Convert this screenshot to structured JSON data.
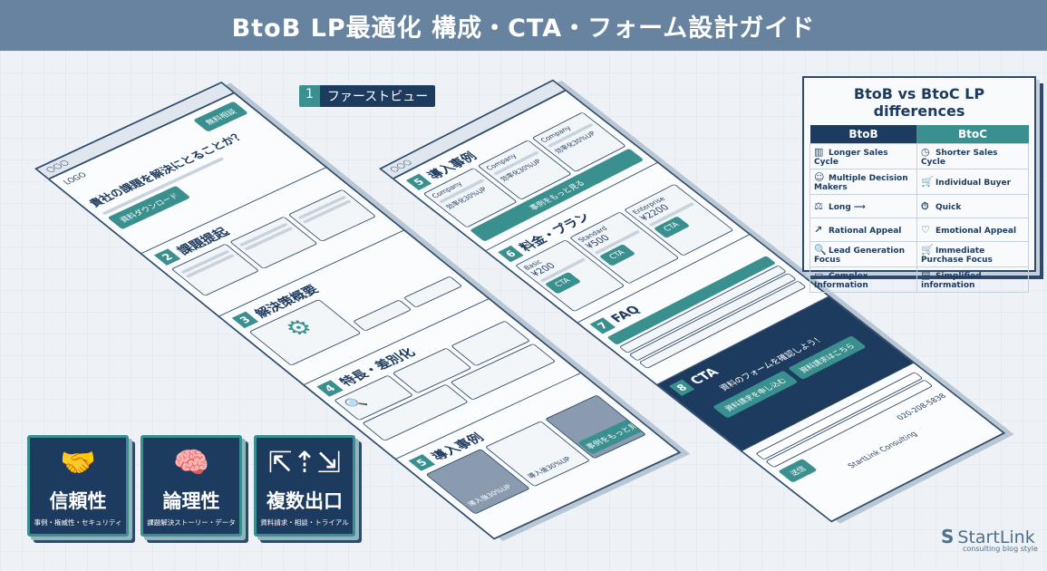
{
  "title": "BtoB LP最適化 構成・CTA・フォーム設計ガイド",
  "callout": {
    "number": "1",
    "label": "ファーストビュー"
  },
  "left_page": {
    "logo": "LOGO",
    "hero_headline": "貴社の課題を解決にとることか？",
    "hero_button": "資料ダウンロード",
    "nav_button": "無料相談",
    "sections": [
      {
        "number": "2",
        "title": "課題提起"
      },
      {
        "number": "3",
        "title": "解決策概要"
      },
      {
        "number": "4",
        "title": "特長・差別化"
      },
      {
        "number": "5",
        "title": "導入事例"
      }
    ],
    "case_result": "導入後30%UP",
    "case_button": "事例をもっと見る"
  },
  "right_page": {
    "sections": [
      {
        "number": "5",
        "title": "導入事例"
      },
      {
        "number": "6",
        "title": "料金・プラン"
      },
      {
        "number": "7",
        "title": "FAQ"
      },
      {
        "number": "8",
        "title": "CTA"
      }
    ],
    "company": "Company",
    "case_result": "効率化30%UP",
    "case_button": "事例をもっと見る",
    "plans": [
      {
        "name": "Basic",
        "price": "¥200",
        "cta": "CTA"
      },
      {
        "name": "Standard",
        "price": "¥500",
        "cta": "CTA"
      },
      {
        "name": "Enterprise",
        "price": "¥2200",
        "cta": "CTA"
      }
    ],
    "cta_text": "資料のフォームを確認しよう！",
    "cta_buttons": [
      "資料請求を申し込む",
      "資料請求はこちら"
    ],
    "submit": "送信",
    "phone": "020-208-5838",
    "footer": "StartLink Consulting"
  },
  "comparison": {
    "title": "BtoB vs BtoC LP differences",
    "headers": [
      "BtoB",
      "BtoC"
    ],
    "rows": [
      {
        "btob_icon": "building-icon",
        "btob": "Longer Sales Cycle",
        "btoc_icon": "clock-icon",
        "btoc": "Shorter Sales Cycle"
      },
      {
        "btob_icon": "people-icon",
        "btob": "Multiple Decision Makers",
        "btoc_icon": "cart-icon",
        "btoc": "Individual Buyer"
      },
      {
        "btob_icon": "scale-icon",
        "btob": "Long ⟶",
        "btoc_icon": "stopwatch-icon",
        "btoc": "Quick"
      },
      {
        "btob_icon": "chart-icon",
        "btob": "Rational Appeal",
        "btoc_icon": "heart-hand-icon",
        "btoc": "Emotional Appeal"
      },
      {
        "btob_icon": "magnifier-icon",
        "btob": "Lead Generation Focus",
        "btoc_icon": "cart-icon",
        "btoc": "Immediate Purchase Focus"
      },
      {
        "btob_icon": "browser-icon",
        "btob": "Complex Information",
        "btoc_icon": "document-icon",
        "btoc": "Simplified information"
      }
    ]
  },
  "pillars": [
    {
      "icon": "handshake-icon",
      "title": "信頼性",
      "sub": "事例・権威性・セキュリティ"
    },
    {
      "icon": "brain-icon",
      "title": "論理性",
      "sub": "課題解決ストーリー・データ"
    },
    {
      "icon": "split-arrows-icon",
      "title": "複数出口",
      "sub": "資料請求・相談・トライアル"
    }
  ],
  "brand": {
    "name": "StartLink",
    "tagline": "consulting blog style"
  },
  "colors": {
    "navy": "#1d3a5f",
    "teal": "#3a8f8f",
    "title_bar": "#6783a0"
  }
}
